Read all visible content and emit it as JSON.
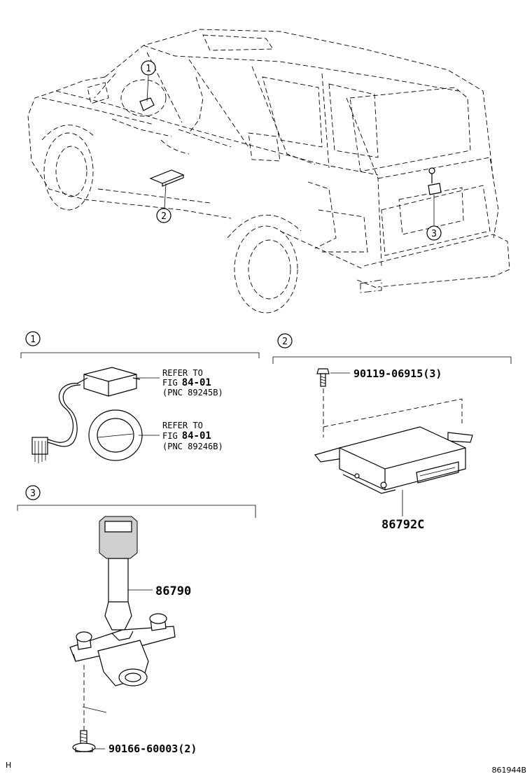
{
  "callouts": {
    "car_1": "1",
    "car_2": "2",
    "car_3": "3",
    "section_1": "1",
    "section_2": "2",
    "section_3": "3"
  },
  "section1": {
    "refer_a": {
      "line1": "REFER TO",
      "line2_prefix": "FIG",
      "line2_fig": "84-01",
      "line3": "(PNC 89245B)"
    },
    "refer_b": {
      "line1": "REFER TO",
      "line2_prefix": "FIG",
      "line2_fig": "84-01",
      "line3": "(PNC 89246B)"
    }
  },
  "section2": {
    "bolt_part": "90119-06915(3)",
    "ecu_part": "86792C"
  },
  "section3": {
    "camera_part": "86790",
    "screw_part": "90166-60003(2)"
  },
  "footer": {
    "left_mark": "H",
    "diagram_id": "861944B"
  }
}
